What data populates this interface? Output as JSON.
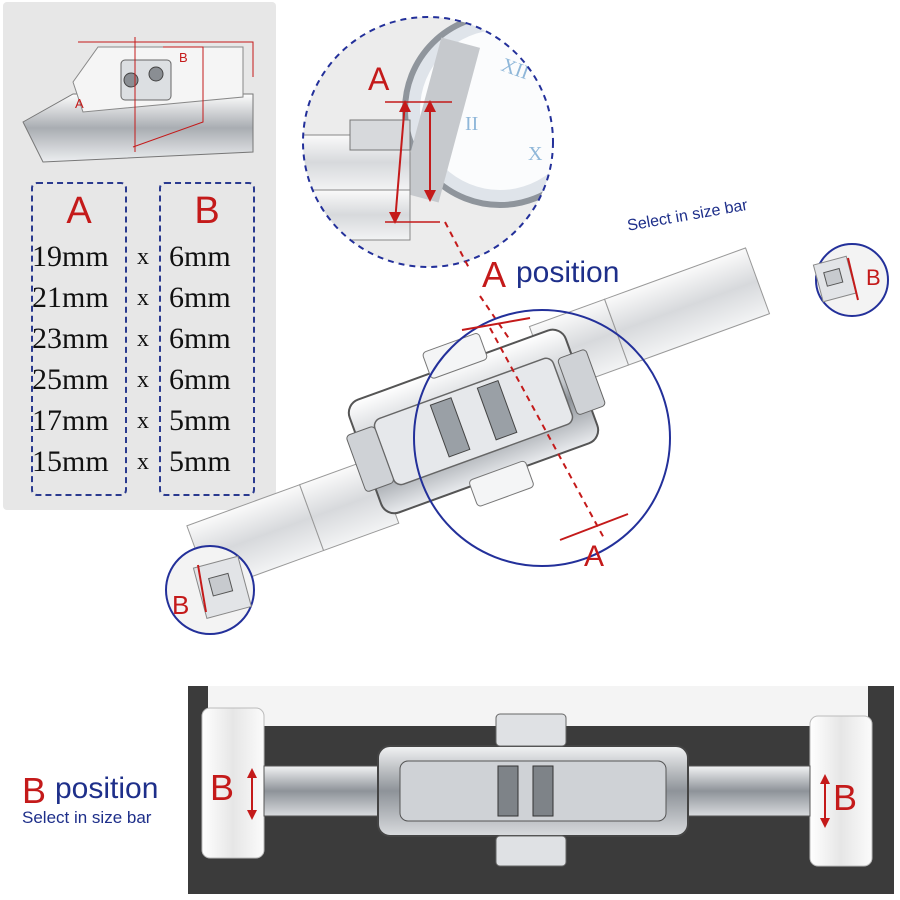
{
  "size_table": {
    "col_a_header": "A",
    "col_b_header": "B",
    "separator": "x",
    "rows": [
      {
        "a": "19mm",
        "b": "6mm"
      },
      {
        "a": "21mm",
        "b": "6mm"
      },
      {
        "a": "23mm",
        "b": "6mm"
      },
      {
        "a": "25mm",
        "b": "6mm"
      },
      {
        "a": "17mm",
        "b": "5mm"
      },
      {
        "a": "15mm",
        "b": "5mm"
      }
    ]
  },
  "diagram_labels": {
    "thumb_a": "A",
    "thumb_b": "B",
    "zoom_a": "A",
    "clasp_a": "A",
    "end_b_right": "B",
    "end_b_left": "B",
    "photo_b_left": "B",
    "photo_b_right": "B"
  },
  "a_position": {
    "letter": "A",
    "word": "position",
    "subtitle": "Select in size bar"
  },
  "b_position": {
    "letter": "B",
    "word": "position",
    "subtitle": "Select in size bar"
  },
  "watch_numerals": {
    "twelve": "XII",
    "two": "II",
    "ten": "X"
  },
  "colors": {
    "accent_red": "#c41a1a",
    "accent_blue": "#1e2f8a",
    "panel_gray": "#e7e7e7",
    "steel": "#c9ccd0",
    "ceramic_white": "#f4f4f4"
  }
}
